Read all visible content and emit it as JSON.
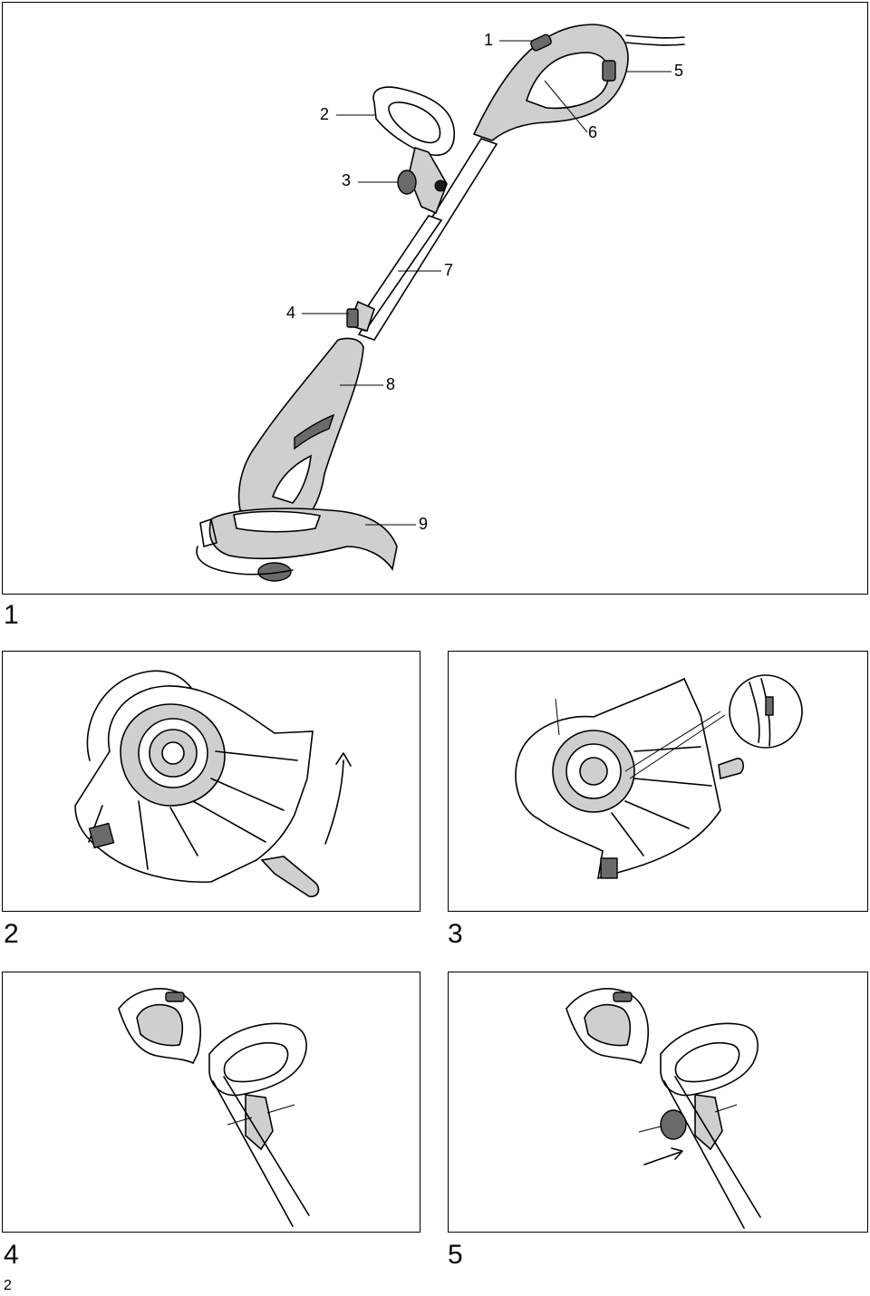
{
  "figures": [
    {
      "id": "fig1",
      "label": "1",
      "callouts": [
        "1",
        "2",
        "3",
        "4",
        "5",
        "6",
        "7",
        "8",
        "9"
      ]
    },
    {
      "id": "fig2",
      "label": "2"
    },
    {
      "id": "fig3",
      "label": "3"
    },
    {
      "id": "fig4",
      "label": "4"
    },
    {
      "id": "fig5",
      "label": "5"
    }
  ],
  "page_number": "2",
  "colors": {
    "line": "#000000",
    "shade": "#cfcfcf",
    "dark": "#6a6a6a",
    "background": "#ffffff"
  }
}
